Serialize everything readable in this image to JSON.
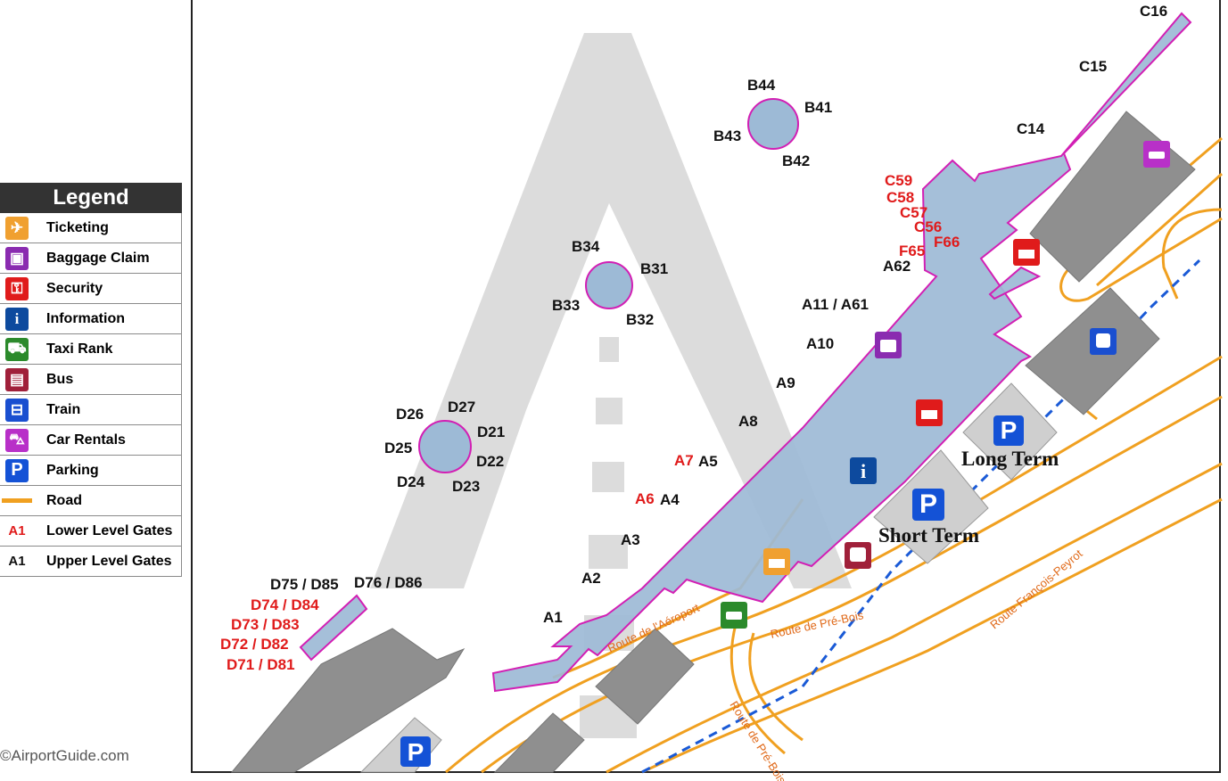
{
  "legend": {
    "title": "Legend",
    "items": [
      {
        "label": "Ticketing",
        "icon": "ticketing-icon",
        "color": "#f0a030"
      },
      {
        "label": "Baggage Claim",
        "icon": "baggage-icon",
        "color": "#8a2bb0"
      },
      {
        "label": "Security",
        "icon": "security-icon",
        "color": "#e01b1b"
      },
      {
        "label": "Information",
        "icon": "information-icon",
        "color": "#0d4a9e"
      },
      {
        "label": "Taxi Rank",
        "icon": "taxi-icon",
        "color": "#2b8a2b"
      },
      {
        "label": "Bus",
        "icon": "bus-icon",
        "color": "#a0203a"
      },
      {
        "label": "Train",
        "icon": "train-icon",
        "color": "#1a4fd0"
      },
      {
        "label": "Car Rentals",
        "icon": "car-rental-icon",
        "color": "#b830c8"
      },
      {
        "label": "Parking",
        "icon": "parking-icon",
        "color": "#1452d6"
      },
      {
        "label": "Road",
        "icon": "road-line-icon",
        "color": "#f0a020"
      },
      {
        "label": "Lower Level Gates",
        "code": "A1",
        "code_color": "#e01b1b"
      },
      {
        "label": "Upper Level Gates",
        "code": "A1",
        "code_color": "#111111"
      }
    ]
  },
  "copyright": "©AirportGuide.com",
  "gates": {
    "upper": [
      "C16",
      "C15",
      "C14",
      "B44",
      "B41",
      "B43",
      "B42",
      "B34",
      "B31",
      "B33",
      "B32",
      "A62",
      "A11 / A61",
      "A10",
      "A9",
      "A8",
      "A5",
      "A4",
      "A3",
      "A2",
      "A1",
      "D27",
      "D26",
      "D21",
      "D25",
      "D22",
      "D24",
      "D23",
      "D75 / D85",
      "D76 / D86"
    ],
    "lower": [
      "C59",
      "C58",
      "C57",
      "C56",
      "F65",
      "F66",
      "A7",
      "A6",
      "D74 / D84",
      "D73 / D83",
      "D72 / D82",
      "D71 / D81"
    ]
  },
  "parking": {
    "long_term": "Long Term",
    "short_term": "Short Term"
  },
  "roads": [
    "Route de l'Aéroport",
    "Route de Pré-Bois",
    "Route François-Peyrot",
    "Route de Pré-Bois"
  ],
  "colors": {
    "terminal": "#9dbad6",
    "terminal_outline": "#d21fb4",
    "building": "#8f8f8f",
    "runway": "#dcdcdc",
    "road": "#f0a020",
    "rail": "#1a5ad6"
  }
}
